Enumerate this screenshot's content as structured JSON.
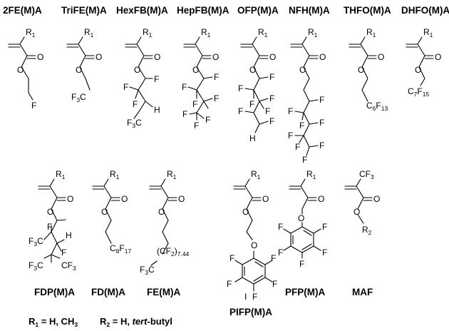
{
  "labels": {
    "m1": "2FE(M)A",
    "m2": "TriFE(M)A",
    "m3": "HexFB(M)A",
    "m4": "HepFB(M)A",
    "m5": "OFP(M)A",
    "m6": "NFH(M)A",
    "m7": "THFO(M)A",
    "m8": "DHFO(M)A",
    "m9": "FDP(M)A",
    "m10": "FD(M)A",
    "m11": "FE(M)A",
    "m12": "PIFP(M)A",
    "m13": "PFP(M)A",
    "m14": "MAF"
  },
  "atoms": {
    "r": "R",
    "one": "1",
    "two": "2",
    "o": "O",
    "f": "F",
    "h": "H",
    "i": "I",
    "c": "C",
    "three": "3",
    "cf3": "CF",
    "f3c": "F",
    "c6f13_c": "C",
    "six": "6",
    "f13": "F",
    "thirteen": "13",
    "seven": "7",
    "fifteen": "15",
    "eight": "8",
    "seventeen": "17",
    "cf2_open": "(CF",
    "cf2_close": ")",
    "repeat": "7.44"
  },
  "footnote": {
    "r1": "R",
    "r1_sub": "1",
    "r1_text": " = H, CH",
    "r1_sub2": "3",
    "r2": "R",
    "r2_sub": "2",
    "r2_text": " = H, ",
    "r2_italic": "tert",
    "r2_tail": "-butyl"
  }
}
